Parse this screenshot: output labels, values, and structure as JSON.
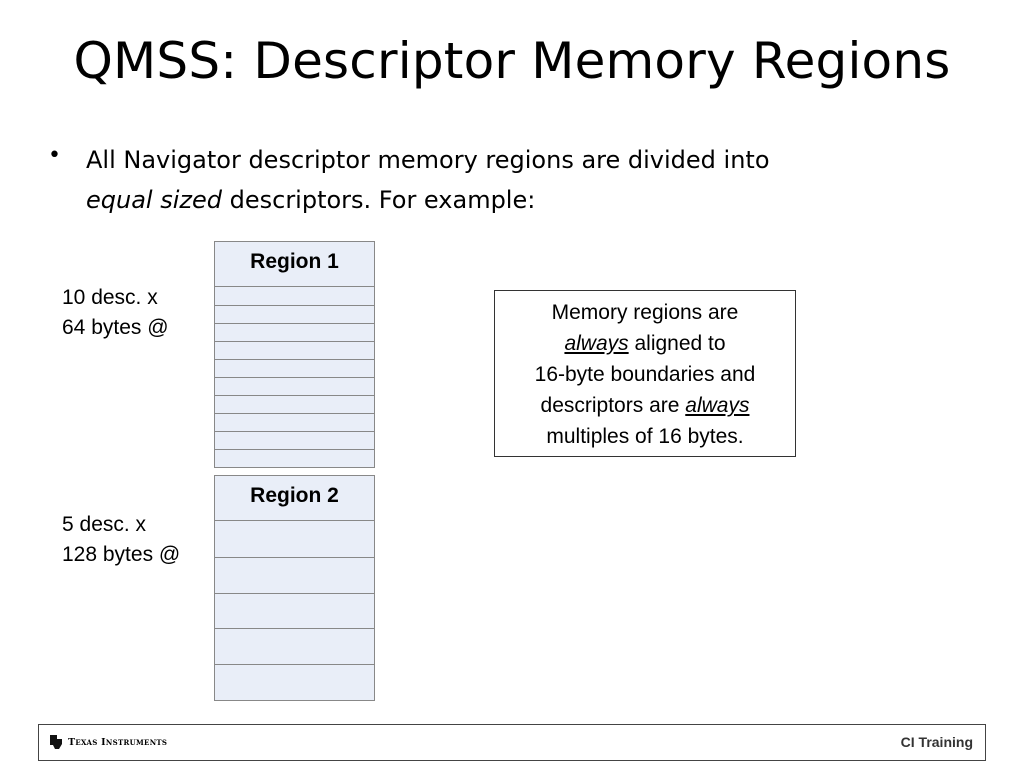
{
  "slide": {
    "title": "QMSS: Descriptor Memory Regions",
    "bullet_glyph": "•",
    "bullet_line1": "All Navigator descriptor memory regions are divided into",
    "bullet_italic": "equal sized",
    "bullet_line2_rest": " descriptors.  For example:"
  },
  "regions": [
    {
      "header": "Region 1",
      "label_line1": "10 desc. x",
      "label_line2": "64 bytes @",
      "descriptor_count": 10
    },
    {
      "header": "Region 2",
      "label_line1": "5 desc. x",
      "label_line2": "128 bytes @",
      "descriptor_count": 5
    }
  ],
  "note": {
    "line1": "Memory regions are",
    "line2_em": "always",
    "line2_rest": " aligned to",
    "line3": "16-byte boundaries and",
    "line4_pre": "descriptors are ",
    "line4_em": "always",
    "line5": "multiples of 16 bytes."
  },
  "footer": {
    "logo_text": "Texas Instruments",
    "right_text": "CI Training"
  },
  "colors": {
    "region_fill": "#e9eef8",
    "region_border": "#888888"
  }
}
